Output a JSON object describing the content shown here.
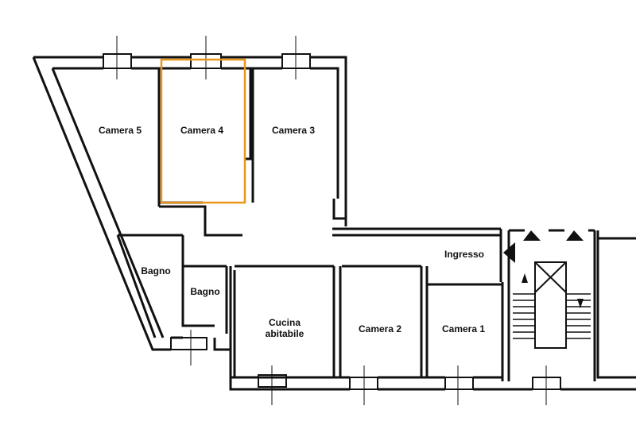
{
  "rooms": {
    "camera5": "Camera 5",
    "camera4": "Camera 4",
    "camera3": "Camera 3",
    "bagno1": "Bagno",
    "bagno2": "Bagno",
    "ingresso": "Ingresso",
    "cucina_line1": "Cucina",
    "cucina_line2": "abitabile",
    "camera2": "Camera 2",
    "camera1": "Camera 1"
  },
  "colors": {
    "highlight": "#e8961e",
    "wall": "#111111"
  }
}
